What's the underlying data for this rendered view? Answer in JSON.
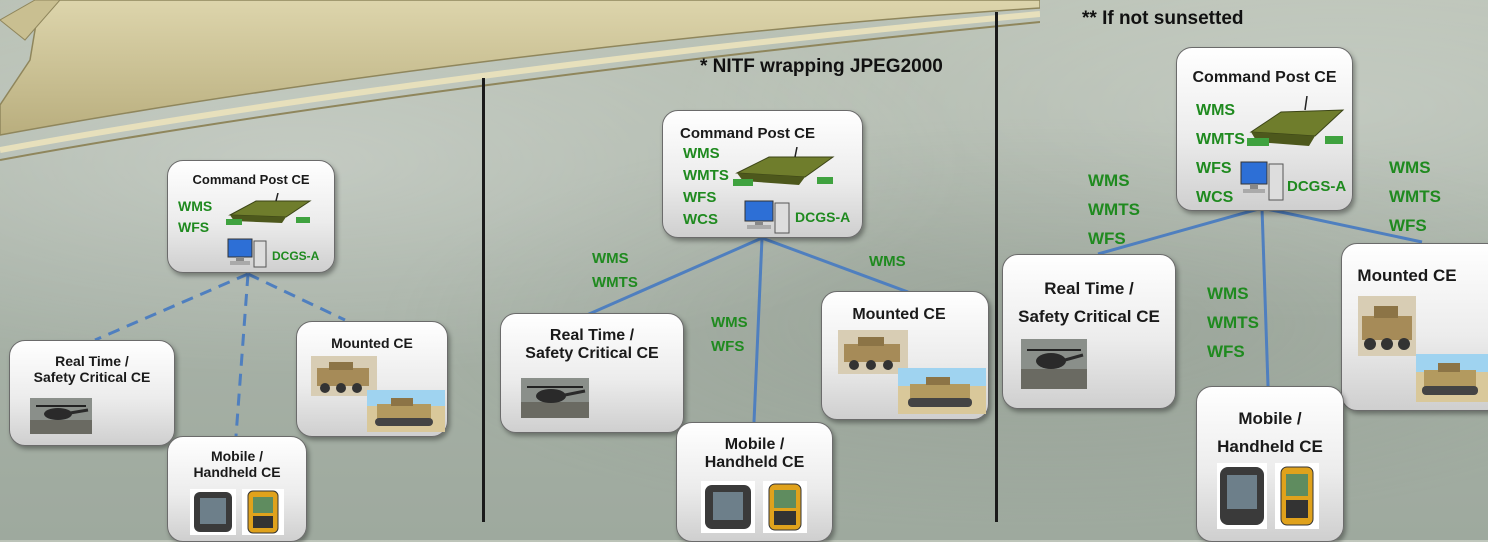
{
  "notes": {
    "nitf": "* NITF wrapping JPEG2000",
    "sunset": "** If not sunsetted"
  },
  "panels": [
    {
      "command_post": {
        "title": "Command Post CE",
        "services": [
          "WMS",
          "WFS"
        ],
        "system": "DCGS-A"
      },
      "real_time": {
        "line1": "Real Time /",
        "line2": "Safety Critical CE"
      },
      "mounted": {
        "title": "Mounted CE"
      },
      "mobile": {
        "line1": "Mobile /",
        "line2": "Handheld CE"
      }
    },
    {
      "command_post": {
        "title": "Command Post CE",
        "services": [
          "WMS",
          "WMTS",
          "WFS",
          "WCS"
        ],
        "system": "DCGS-A"
      },
      "real_time": {
        "line1": "Real Time /",
        "line2": "Safety Critical CE"
      },
      "mounted": {
        "title": "Mounted CE"
      },
      "mobile": {
        "line1": "Mobile /",
        "line2": "Handheld CE"
      },
      "link_labels": {
        "real_time": [
          "WMS",
          "WMTS"
        ],
        "mounted": [
          "WMS"
        ],
        "mobile": [
          "WMS",
          "WFS"
        ]
      }
    },
    {
      "command_post": {
        "title": "Command Post CE",
        "services": [
          "WMS",
          "WMTS",
          "WFS",
          "WCS"
        ],
        "system": "DCGS-A"
      },
      "real_time": {
        "line1": "Real Time /",
        "line2": "Safety Critical CE"
      },
      "mounted": {
        "title": "Mounted CE"
      },
      "mobile": {
        "line1": "Mobile /",
        "line2": "Handheld CE"
      },
      "link_labels": {
        "real_time": [
          "WMS",
          "WMTS",
          "WFS"
        ],
        "mounted": [
          "WMS",
          "WMTS",
          "WFS"
        ],
        "mobile": [
          "WMS",
          "WMTS",
          "WFS"
        ]
      }
    }
  ],
  "colors": {
    "service_text": "#1f8a1f",
    "link_line": "#4f7fbf",
    "banner": "#cfc59a"
  }
}
